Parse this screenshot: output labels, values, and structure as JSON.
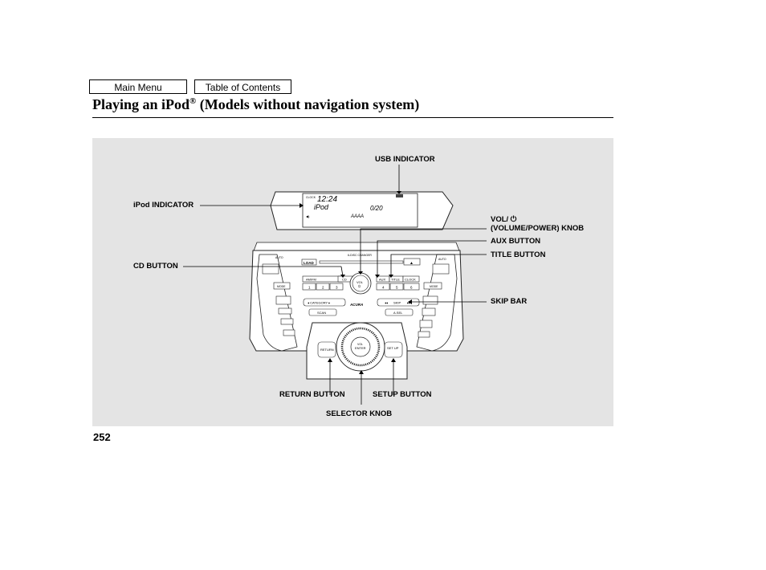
{
  "nav": {
    "main_menu": "Main Menu",
    "table_of_contents": "Table of Contents"
  },
  "header": {
    "title_prefix": "Playing an iPod",
    "registered_mark": "®",
    "title_suffix": " (Models without navigation system)"
  },
  "page_number": "252",
  "labels": {
    "usb_indicator": "USB INDICATOR",
    "ipod_indicator": "iPod INDICATOR",
    "vol_line1": "VOL/ ⏻",
    "vol_line2": "(VOLUME/POWER) KNOB",
    "aux_button": "AUX BUTTON",
    "title_button": "TITLE BUTTON",
    "cd_button": "CD BUTTON",
    "skip_bar": "SKIP BAR",
    "return_button": "RETURN BUTTON",
    "setup_button": "SETUP BUTTON",
    "selector_knob": "SELECTOR KNOB"
  },
  "display": {
    "clock": "12:24",
    "clock_tag": "CLOCK",
    "source": "iPod",
    "track": "0/20",
    "text": "AAAA"
  },
  "panel": {
    "load": "LOAD",
    "changer": "6-DISC CHANGER",
    "eject": "▲",
    "am_fm": "AM/FM",
    "cd": "CD",
    "vol": "VOL",
    "aux": "AUX",
    "title": "TITLE",
    "clock_btn": "CLOCK",
    "presets": [
      "1",
      "2",
      "3",
      "4",
      "5",
      "6"
    ],
    "category": "◂ CATEGORY ▸",
    "skip": "SKIP",
    "scan": "SCAN",
    "a_sel": "A.SEL",
    "brand": "ACURA",
    "return": "RETURN",
    "setup": "SET UP",
    "enter_top": "VOL",
    "enter": "ENTER",
    "rear_auto": "AUTO",
    "rear_mode": "MODE",
    "front_mode": "MODE",
    "auto_left": "AUTO"
  }
}
